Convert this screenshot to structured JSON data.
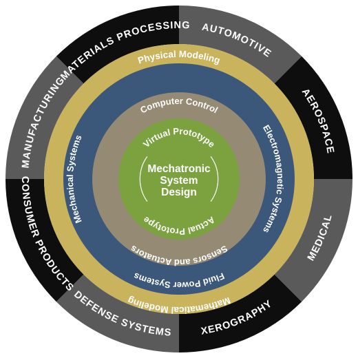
{
  "colors": {
    "outer_black": "#0e0e0e",
    "outer_gray": "#5a5a5a",
    "yellow_ring": "#c9b35c",
    "blue_ring": "#3b5779",
    "tan_ring": "#958a73",
    "green_center": "#7ba23f",
    "text": "#ffffff"
  },
  "industries": [
    {
      "label": "AUTOMOTIVE",
      "shade": "gray"
    },
    {
      "label": "AEROSPACE",
      "shade": "black"
    },
    {
      "label": "MEDICAL",
      "shade": "gray"
    },
    {
      "label": "XEROGRAPHY",
      "shade": "black"
    },
    {
      "label": "DEFENSE SYSTEMS",
      "shade": "gray"
    },
    {
      "label": "CONSUMER PRODUCTS",
      "shade": "black"
    },
    {
      "label": "MANUFACTURING",
      "shade": "gray"
    },
    {
      "label": "MATERIALS PROCESSING",
      "shade": "black"
    }
  ],
  "modeling_ring": {
    "top": "Physical Modeling",
    "bottom": "Mathematical Modeling"
  },
  "systems_ring": {
    "left": "Mechanical Systems",
    "right": "Electromagnetic Systems",
    "bottom": "Fluid Power Systems"
  },
  "control_ring": {
    "top": "Computer Control",
    "bottom": "Sensors and Actuators"
  },
  "core": {
    "top_arc": "Virtual Prototype",
    "bottom_arc": "Actual Prototype",
    "title_lines": [
      "Mechatronic",
      "System",
      "Design"
    ]
  }
}
